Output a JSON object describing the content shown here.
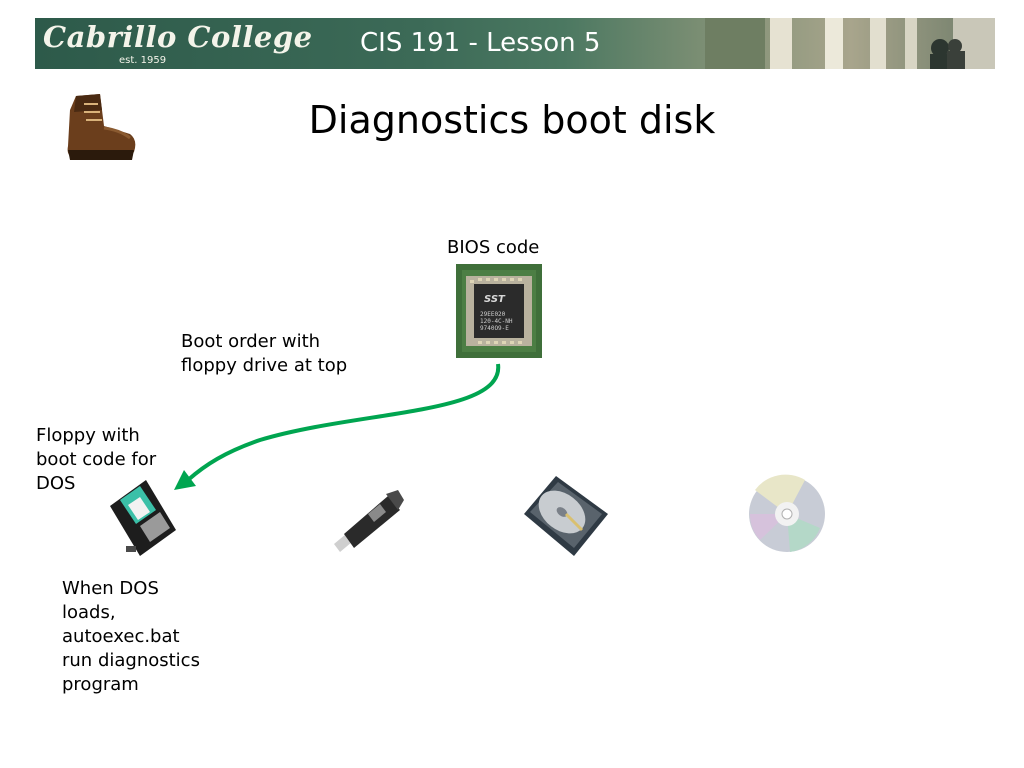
{
  "header": {
    "logo_text": "Cabrillo College",
    "logo_est": "est. 1959",
    "course_title": "CIS 191 - Lesson 5"
  },
  "slide": {
    "title": "Diagnostics boot disk"
  },
  "diagram": {
    "bios_label": "BIOS code",
    "chip_text": [
      "29EE020",
      "120-4C-NH",
      "9740O9-E"
    ],
    "arrow_label_lines": [
      "Boot order with",
      "floppy drive at top"
    ],
    "floppy_label_lines": [
      "Floppy with",
      "boot code for",
      "DOS"
    ],
    "dos_note_lines": [
      "When DOS",
      "loads,",
      "autoexec.bat",
      "run diagnostics",
      "program"
    ],
    "arrow_color": "#00a550",
    "devices": [
      "floppy-disk-icon",
      "usb-drive-icon",
      "hard-drive-icon",
      "cd-icon"
    ]
  }
}
